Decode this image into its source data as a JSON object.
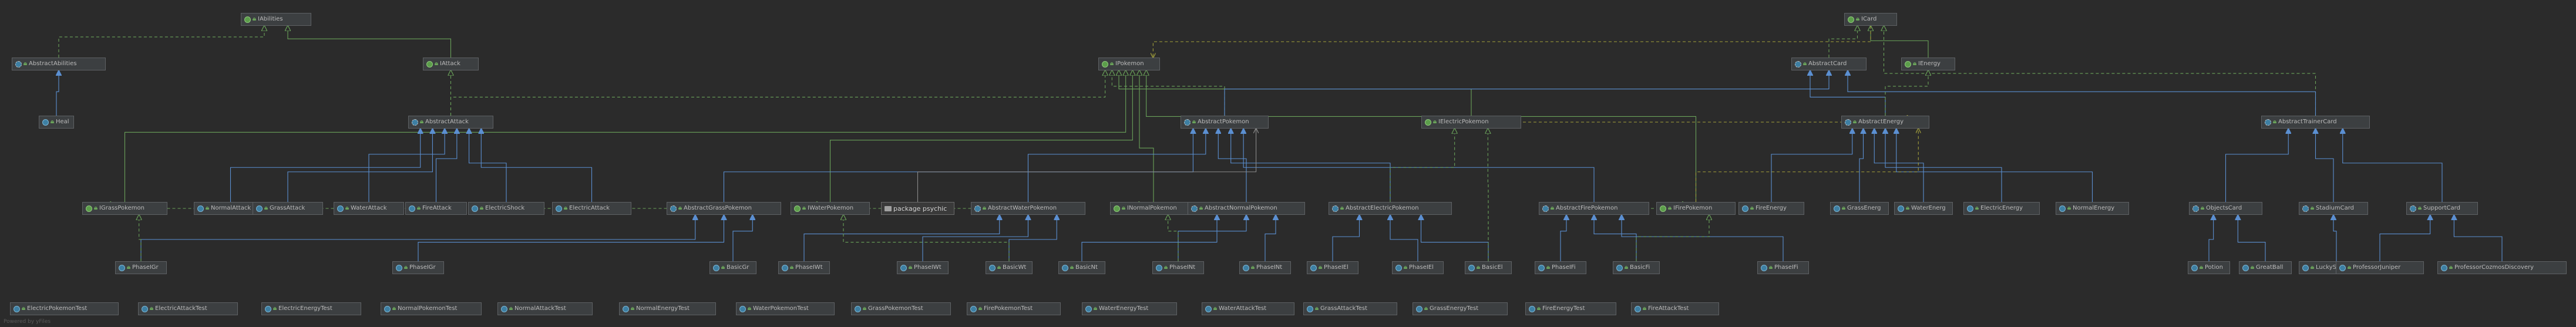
{
  "colors": {
    "background": "#2b2b2b",
    "node_fill": "#3c3f41",
    "node_border": "#5e6164",
    "implements_edge": "#6aa25a",
    "extends_edge": "#5b8fd1",
    "dependency_edge": "#a3a03b",
    "uses_edge": "#8a8a8a"
  },
  "footer_text": "Powered by yFiles",
  "nodes": [
    {
      "id": "IAbilities",
      "label": "IAbilities",
      "kind": "interface",
      "icon": "interface-icon"
    },
    {
      "id": "AbstractAbilities",
      "label": "AbstractAbilities",
      "kind": "abstract",
      "icon": "abstract-class-icon"
    },
    {
      "id": "IAttack",
      "label": "IAttack",
      "kind": "interface",
      "icon": "interface-icon"
    },
    {
      "id": "Heal",
      "label": "Heal",
      "kind": "class",
      "icon": "class-icon"
    },
    {
      "id": "AbstractAttack",
      "label": "AbstractAttack",
      "kind": "abstract",
      "icon": "abstract-class-icon"
    },
    {
      "id": "IPokemon",
      "label": "IPokemon",
      "kind": "interface",
      "icon": "interface-icon"
    },
    {
      "id": "AbstractPokemon",
      "label": "AbstractPokemon",
      "kind": "abstract",
      "icon": "abstract-class-icon"
    },
    {
      "id": "IElectricPokemon",
      "label": "IElectricPokemon",
      "kind": "interface",
      "icon": "interface-icon"
    },
    {
      "id": "ICard",
      "label": "ICard",
      "kind": "interface",
      "icon": "interface-icon"
    },
    {
      "id": "AbstractCard",
      "label": "AbstractCard",
      "kind": "abstract",
      "icon": "abstract-class-icon"
    },
    {
      "id": "IEnergy",
      "label": "IEnergy",
      "kind": "interface",
      "icon": "interface-icon"
    },
    {
      "id": "AbstractEnergy",
      "label": "AbstractEnergy",
      "kind": "abstract",
      "icon": "abstract-class-icon"
    },
    {
      "id": "AbstractTrainerCard",
      "label": "AbstractTrainerCard",
      "kind": "abstract",
      "icon": "abstract-class-icon"
    },
    {
      "id": "IGrassPokemon",
      "label": "IGrassPokemon",
      "kind": "interface",
      "icon": "interface-icon"
    },
    {
      "id": "NormalAttack",
      "label": "NormalAttack",
      "kind": "class",
      "icon": "class-icon"
    },
    {
      "id": "GrassAttack",
      "label": "GrassAttack",
      "kind": "class",
      "icon": "class-icon"
    },
    {
      "id": "WaterAttack",
      "label": "WaterAttack",
      "kind": "class",
      "icon": "class-icon"
    },
    {
      "id": "FireAttack",
      "label": "FireAttack",
      "kind": "class",
      "icon": "class-icon"
    },
    {
      "id": "ElectricShock",
      "label": "ElectricShock",
      "kind": "class",
      "icon": "class-icon"
    },
    {
      "id": "ElectricAttack",
      "label": "ElectricAttack",
      "kind": "class",
      "icon": "class-icon"
    },
    {
      "id": "AbstractGrassPokemon",
      "label": "AbstractGrassPokemon",
      "kind": "abstract",
      "icon": "abstract-class-icon"
    },
    {
      "id": "IWaterPokemon",
      "label": "IWaterPokemon",
      "kind": "interface",
      "icon": "interface-icon"
    },
    {
      "id": "psychic",
      "label": "package psychic",
      "kind": "package",
      "icon": "folder-icon"
    },
    {
      "id": "AbstractWaterPokemon",
      "label": "AbstractWaterPokemon",
      "kind": "abstract",
      "icon": "abstract-class-icon"
    },
    {
      "id": "INormalPokemon",
      "label": "INormalPokemon",
      "kind": "interface",
      "icon": "interface-icon"
    },
    {
      "id": "AbstractNormalPokemon",
      "label": "AbstractNormalPokemon",
      "kind": "abstract",
      "icon": "abstract-class-icon"
    },
    {
      "id": "AbstractElectricPokemon",
      "label": "AbstractElectricPokemon",
      "kind": "abstract",
      "icon": "abstract-class-icon"
    },
    {
      "id": "AbstractFirePokemon",
      "label": "AbstractFirePokemon",
      "kind": "abstract",
      "icon": "abstract-class-icon"
    },
    {
      "id": "IFirePokemon",
      "label": "IFirePokemon",
      "kind": "interface",
      "icon": "interface-icon"
    },
    {
      "id": "FireEnergy",
      "label": "FireEnergy",
      "kind": "class",
      "icon": "class-icon"
    },
    {
      "id": "GrassEnergy",
      "label": "GrassEnerg",
      "kind": "class",
      "icon": "class-icon"
    },
    {
      "id": "WaterEnergy",
      "label": "WaterEnerg",
      "kind": "class",
      "icon": "class-icon"
    },
    {
      "id": "ElectricEnergy",
      "label": "ElectricEnergy",
      "kind": "class",
      "icon": "class-icon"
    },
    {
      "id": "NormalEnergy",
      "label": "NormalEnergy",
      "kind": "class",
      "icon": "class-icon"
    },
    {
      "id": "ObjectsCard",
      "label": "ObjectsCard",
      "kind": "abstract",
      "icon": "abstract-class-icon"
    },
    {
      "id": "StadiumCard",
      "label": "StadiumCard",
      "kind": "abstract",
      "icon": "abstract-class-icon"
    },
    {
      "id": "SupportCard",
      "label": "SupportCard",
      "kind": "abstract",
      "icon": "abstract-class-icon"
    },
    {
      "id": "PhaseIGrassA",
      "label": "PhaseIGr",
      "kind": "class",
      "icon": "class-icon"
    },
    {
      "id": "PhaseIGrassB",
      "label": "PhaseIGr",
      "kind": "class",
      "icon": "class-icon"
    },
    {
      "id": "BasicGrass",
      "label": "BasicGr",
      "kind": "class",
      "icon": "class-icon"
    },
    {
      "id": "PhaseIWaterA",
      "label": "PhaseIWt",
      "kind": "class",
      "icon": "class-icon"
    },
    {
      "id": "PhaseIWaterB",
      "label": "PhaseIWt",
      "kind": "class",
      "icon": "class-icon"
    },
    {
      "id": "BasicWater",
      "label": "BasicWt",
      "kind": "class",
      "icon": "class-icon"
    },
    {
      "id": "BasicNormal",
      "label": "BasicNt",
      "kind": "class",
      "icon": "class-icon"
    },
    {
      "id": "PhaseINormalA",
      "label": "PhaseINt",
      "kind": "class",
      "icon": "class-icon"
    },
    {
      "id": "PhaseINormalB",
      "label": "PhaseINt",
      "kind": "class",
      "icon": "class-icon"
    },
    {
      "id": "PhaseIElectricA",
      "label": "PhaseIEl",
      "kind": "class",
      "icon": "class-icon"
    },
    {
      "id": "PhaseIElectricB",
      "label": "PhaseIEl",
      "kind": "class",
      "icon": "class-icon"
    },
    {
      "id": "BasicElectric",
      "label": "BasicEl",
      "kind": "class",
      "icon": "class-icon"
    },
    {
      "id": "PhaseIFireA",
      "label": "PhaseIFi",
      "kind": "class",
      "icon": "class-icon"
    },
    {
      "id": "BasicFire",
      "label": "BasicFi",
      "kind": "class",
      "icon": "class-icon"
    },
    {
      "id": "PhaseIFireB",
      "label": "PhaseIFi",
      "kind": "class",
      "icon": "class-icon"
    },
    {
      "id": "Potion",
      "label": "Potion",
      "kind": "class",
      "icon": "class-icon"
    },
    {
      "id": "GreatBall",
      "label": "GreatBall",
      "kind": "class",
      "icon": "class-icon"
    },
    {
      "id": "LuckyStadium",
      "label": "LuckyStadium",
      "kind": "class",
      "icon": "class-icon"
    },
    {
      "id": "ProfessorJuniper",
      "label": "ProfessorJuniper",
      "kind": "class",
      "icon": "class-icon"
    },
    {
      "id": "ProfessorCozmosDiscovery",
      "label": "ProfessorCozmosDiscovery",
      "kind": "class",
      "icon": "class-icon"
    },
    {
      "id": "ElectricPokemonTest",
      "label": "ElectricPokemonTest",
      "kind": "class",
      "icon": "class-icon"
    },
    {
      "id": "ElectricAttackTest",
      "label": "ElectricAttackTest",
      "kind": "class",
      "icon": "class-icon"
    },
    {
      "id": "ElectricEnergyTest",
      "label": "ElectricEnergyTest",
      "kind": "class",
      "icon": "class-icon"
    },
    {
      "id": "NormalPokemonTest",
      "label": "NormalPokemonTest",
      "kind": "class",
      "icon": "class-icon"
    },
    {
      "id": "NormalAttackTest",
      "label": "NormalAttackTest",
      "kind": "class",
      "icon": "class-icon"
    },
    {
      "id": "NormalEnergyTest",
      "label": "NormalEnergyTest",
      "kind": "class",
      "icon": "class-icon"
    },
    {
      "id": "WaterPokemonTest",
      "label": "WaterPokemonTest",
      "kind": "class",
      "icon": "class-icon"
    },
    {
      "id": "GrassPokemonTest",
      "label": "GrassPokemonTest",
      "kind": "class",
      "icon": "class-icon"
    },
    {
      "id": "FirePokemonTest",
      "label": "FirePokemonTest",
      "kind": "class",
      "icon": "class-icon"
    },
    {
      "id": "WaterEnergyTest",
      "label": "WaterEnergyTest",
      "kind": "class",
      "icon": "class-icon"
    },
    {
      "id": "WaterAttackTest",
      "label": "WaterAttackTest",
      "kind": "class",
      "icon": "class-icon"
    },
    {
      "id": "GrassAttackTest",
      "label": "GrassAttackTest",
      "kind": "class",
      "icon": "class-icon"
    },
    {
      "id": "GrassEnergyTest",
      "label": "GrassEnergyTest",
      "kind": "class",
      "icon": "class-icon"
    },
    {
      "id": "FireEnergyTest",
      "label": "FireEnergyTest",
      "kind": "class",
      "icon": "class-icon"
    },
    {
      "id": "FireAttackTest",
      "label": "FireAttackTest",
      "kind": "class",
      "icon": "class-icon"
    }
  ],
  "edges": [
    {
      "from": "AbstractAbilities",
      "to": "IAbilities",
      "type": "implements"
    },
    {
      "from": "IAttack",
      "to": "IAbilities",
      "type": "extends-interface"
    },
    {
      "from": "Heal",
      "to": "AbstractAbilities",
      "type": "extends"
    },
    {
      "from": "AbstractAttack",
      "to": "IAttack",
      "type": "implements"
    },
    {
      "from": "AbstractAttack",
      "to": "IPokemon",
      "type": "implements"
    },
    {
      "from": "AbstractPokemon",
      "to": "IPokemon",
      "type": "implements"
    },
    {
      "from": "IElectricPokemon",
      "to": "IPokemon",
      "type": "extends-interface"
    },
    {
      "from": "IGrassPokemon",
      "to": "IPokemon",
      "type": "extends-interface"
    },
    {
      "from": "IWaterPokemon",
      "to": "IPokemon",
      "type": "extends-interface"
    },
    {
      "from": "INormalPokemon",
      "to": "IPokemon",
      "type": "extends-interface"
    },
    {
      "from": "IFirePokemon",
      "to": "IPokemon",
      "type": "extends-interface"
    },
    {
      "from": "AbstractCard",
      "to": "ICard",
      "type": "implements"
    },
    {
      "from": "IEnergy",
      "to": "ICard",
      "type": "extends-interface"
    },
    {
      "from": "AbstractTrainerCard",
      "to": "ICard",
      "type": "implements"
    },
    {
      "from": "AbstractEnergy",
      "to": "AbstractCard",
      "type": "extends"
    },
    {
      "from": "AbstractEnergy",
      "to": "IEnergy",
      "type": "implements"
    },
    {
      "from": "AbstractPokemon",
      "to": "AbstractCard",
      "type": "extends"
    },
    {
      "from": "AbstractTrainerCard",
      "to": "AbstractCard",
      "type": "extends"
    },
    {
      "from": "NormalAttack",
      "to": "AbstractAttack",
      "type": "extends"
    },
    {
      "from": "GrassAttack",
      "to": "AbstractAttack",
      "type": "extends"
    },
    {
      "from": "WaterAttack",
      "to": "AbstractAttack",
      "type": "extends"
    },
    {
      "from": "FireAttack",
      "to": "AbstractAttack",
      "type": "extends"
    },
    {
      "from": "ElectricShock",
      "to": "AbstractAttack",
      "type": "extends"
    },
    {
      "from": "ElectricAttack",
      "to": "AbstractAttack",
      "type": "extends"
    },
    {
      "from": "AbstractGrassPokemon",
      "to": "AbstractPokemon",
      "type": "extends"
    },
    {
      "from": "AbstractWaterPokemon",
      "to": "AbstractPokemon",
      "type": "extends"
    },
    {
      "from": "AbstractNormalPokemon",
      "to": "AbstractPokemon",
      "type": "extends"
    },
    {
      "from": "AbstractElectricPokemon",
      "to": "AbstractPokemon",
      "type": "extends"
    },
    {
      "from": "AbstractFirePokemon",
      "to": "AbstractPokemon",
      "type": "extends"
    },
    {
      "from": "psychic",
      "to": "AbstractPokemon",
      "type": "uses"
    },
    {
      "from": "AbstractGrassPokemon",
      "to": "IGrassPokemon",
      "type": "implements"
    },
    {
      "from": "AbstractWaterPokemon",
      "to": "IWaterPokemon",
      "type": "implements"
    },
    {
      "from": "AbstractNormalPokemon",
      "to": "INormalPokemon",
      "type": "implements"
    },
    {
      "from": "AbstractElectricPokemon",
      "to": "IElectricPokemon",
      "type": "implements"
    },
    {
      "from": "AbstractFirePokemon",
      "to": "IFirePokemon",
      "type": "implements"
    },
    {
      "from": "FireEnergy",
      "to": "AbstractEnergy",
      "type": "extends"
    },
    {
      "from": "GrassEnergy",
      "to": "AbstractEnergy",
      "type": "extends"
    },
    {
      "from": "WaterEnergy",
      "to": "AbstractEnergy",
      "type": "extends"
    },
    {
      "from": "ElectricEnergy",
      "to": "AbstractEnergy",
      "type": "extends"
    },
    {
      "from": "NormalEnergy",
      "to": "AbstractEnergy",
      "type": "extends"
    },
    {
      "from": "ObjectsCard",
      "to": "AbstractTrainerCard",
      "type": "extends"
    },
    {
      "from": "StadiumCard",
      "to": "AbstractTrainerCard",
      "type": "extends"
    },
    {
      "from": "SupportCard",
      "to": "AbstractTrainerCard",
      "type": "extends"
    },
    {
      "from": "PhaseIGrassA",
      "to": "AbstractGrassPokemon",
      "type": "extends"
    },
    {
      "from": "PhaseIGrassB",
      "to": "AbstractGrassPokemon",
      "type": "extends"
    },
    {
      "from": "BasicGrass",
      "to": "AbstractGrassPokemon",
      "type": "extends"
    },
    {
      "from": "PhaseIWaterA",
      "to": "AbstractWaterPokemon",
      "type": "extends"
    },
    {
      "from": "PhaseIWaterB",
      "to": "AbstractWaterPokemon",
      "type": "extends"
    },
    {
      "from": "BasicWater",
      "to": "AbstractWaterPokemon",
      "type": "extends"
    },
    {
      "from": "BasicNormal",
      "to": "AbstractNormalPokemon",
      "type": "extends"
    },
    {
      "from": "PhaseINormalA",
      "to": "AbstractNormalPokemon",
      "type": "extends"
    },
    {
      "from": "PhaseINormalB",
      "to": "AbstractNormalPokemon",
      "type": "extends"
    },
    {
      "from": "PhaseIElectricA",
      "to": "AbstractElectricPokemon",
      "type": "extends"
    },
    {
      "from": "PhaseIElectricB",
      "to": "AbstractElectricPokemon",
      "type": "extends"
    },
    {
      "from": "BasicElectric",
      "to": "AbstractElectricPokemon",
      "type": "extends"
    },
    {
      "from": "PhaseIFireA",
      "to": "AbstractFirePokemon",
      "type": "extends"
    },
    {
      "from": "BasicFire",
      "to": "AbstractFirePokemon",
      "type": "extends"
    },
    {
      "from": "PhaseIFireB",
      "to": "AbstractFirePokemon",
      "type": "extends"
    },
    {
      "from": "PhaseIGrassA",
      "to": "IGrassPokemon",
      "type": "implements"
    },
    {
      "from": "BasicWater",
      "to": "IWaterPokemon",
      "type": "implements"
    },
    {
      "from": "PhaseINormalA",
      "to": "INormalPokemon",
      "type": "implements"
    },
    {
      "from": "BasicElectric",
      "to": "IElectricPokemon",
      "type": "implements"
    },
    {
      "from": "BasicFire",
      "to": "IFirePokemon",
      "type": "implements"
    },
    {
      "from": "Potion",
      "to": "ObjectsCard",
      "type": "extends"
    },
    {
      "from": "GreatBall",
      "to": "ObjectsCard",
      "type": "extends"
    },
    {
      "from": "LuckyStadium",
      "to": "StadiumCard",
      "type": "extends"
    },
    {
      "from": "ProfessorJuniper",
      "to": "SupportCard",
      "type": "extends"
    },
    {
      "from": "ProfessorCozmosDiscovery",
      "to": "SupportCard",
      "type": "extends"
    },
    {
      "from": "IElectricPokemon",
      "to": "AbstractEnergy",
      "type": "dependency"
    },
    {
      "from": "IFirePokemon",
      "to": "AbstractEnergy",
      "type": "dependency"
    },
    {
      "from": "ICard",
      "to": "IPokemon",
      "type": "dependency"
    }
  ]
}
